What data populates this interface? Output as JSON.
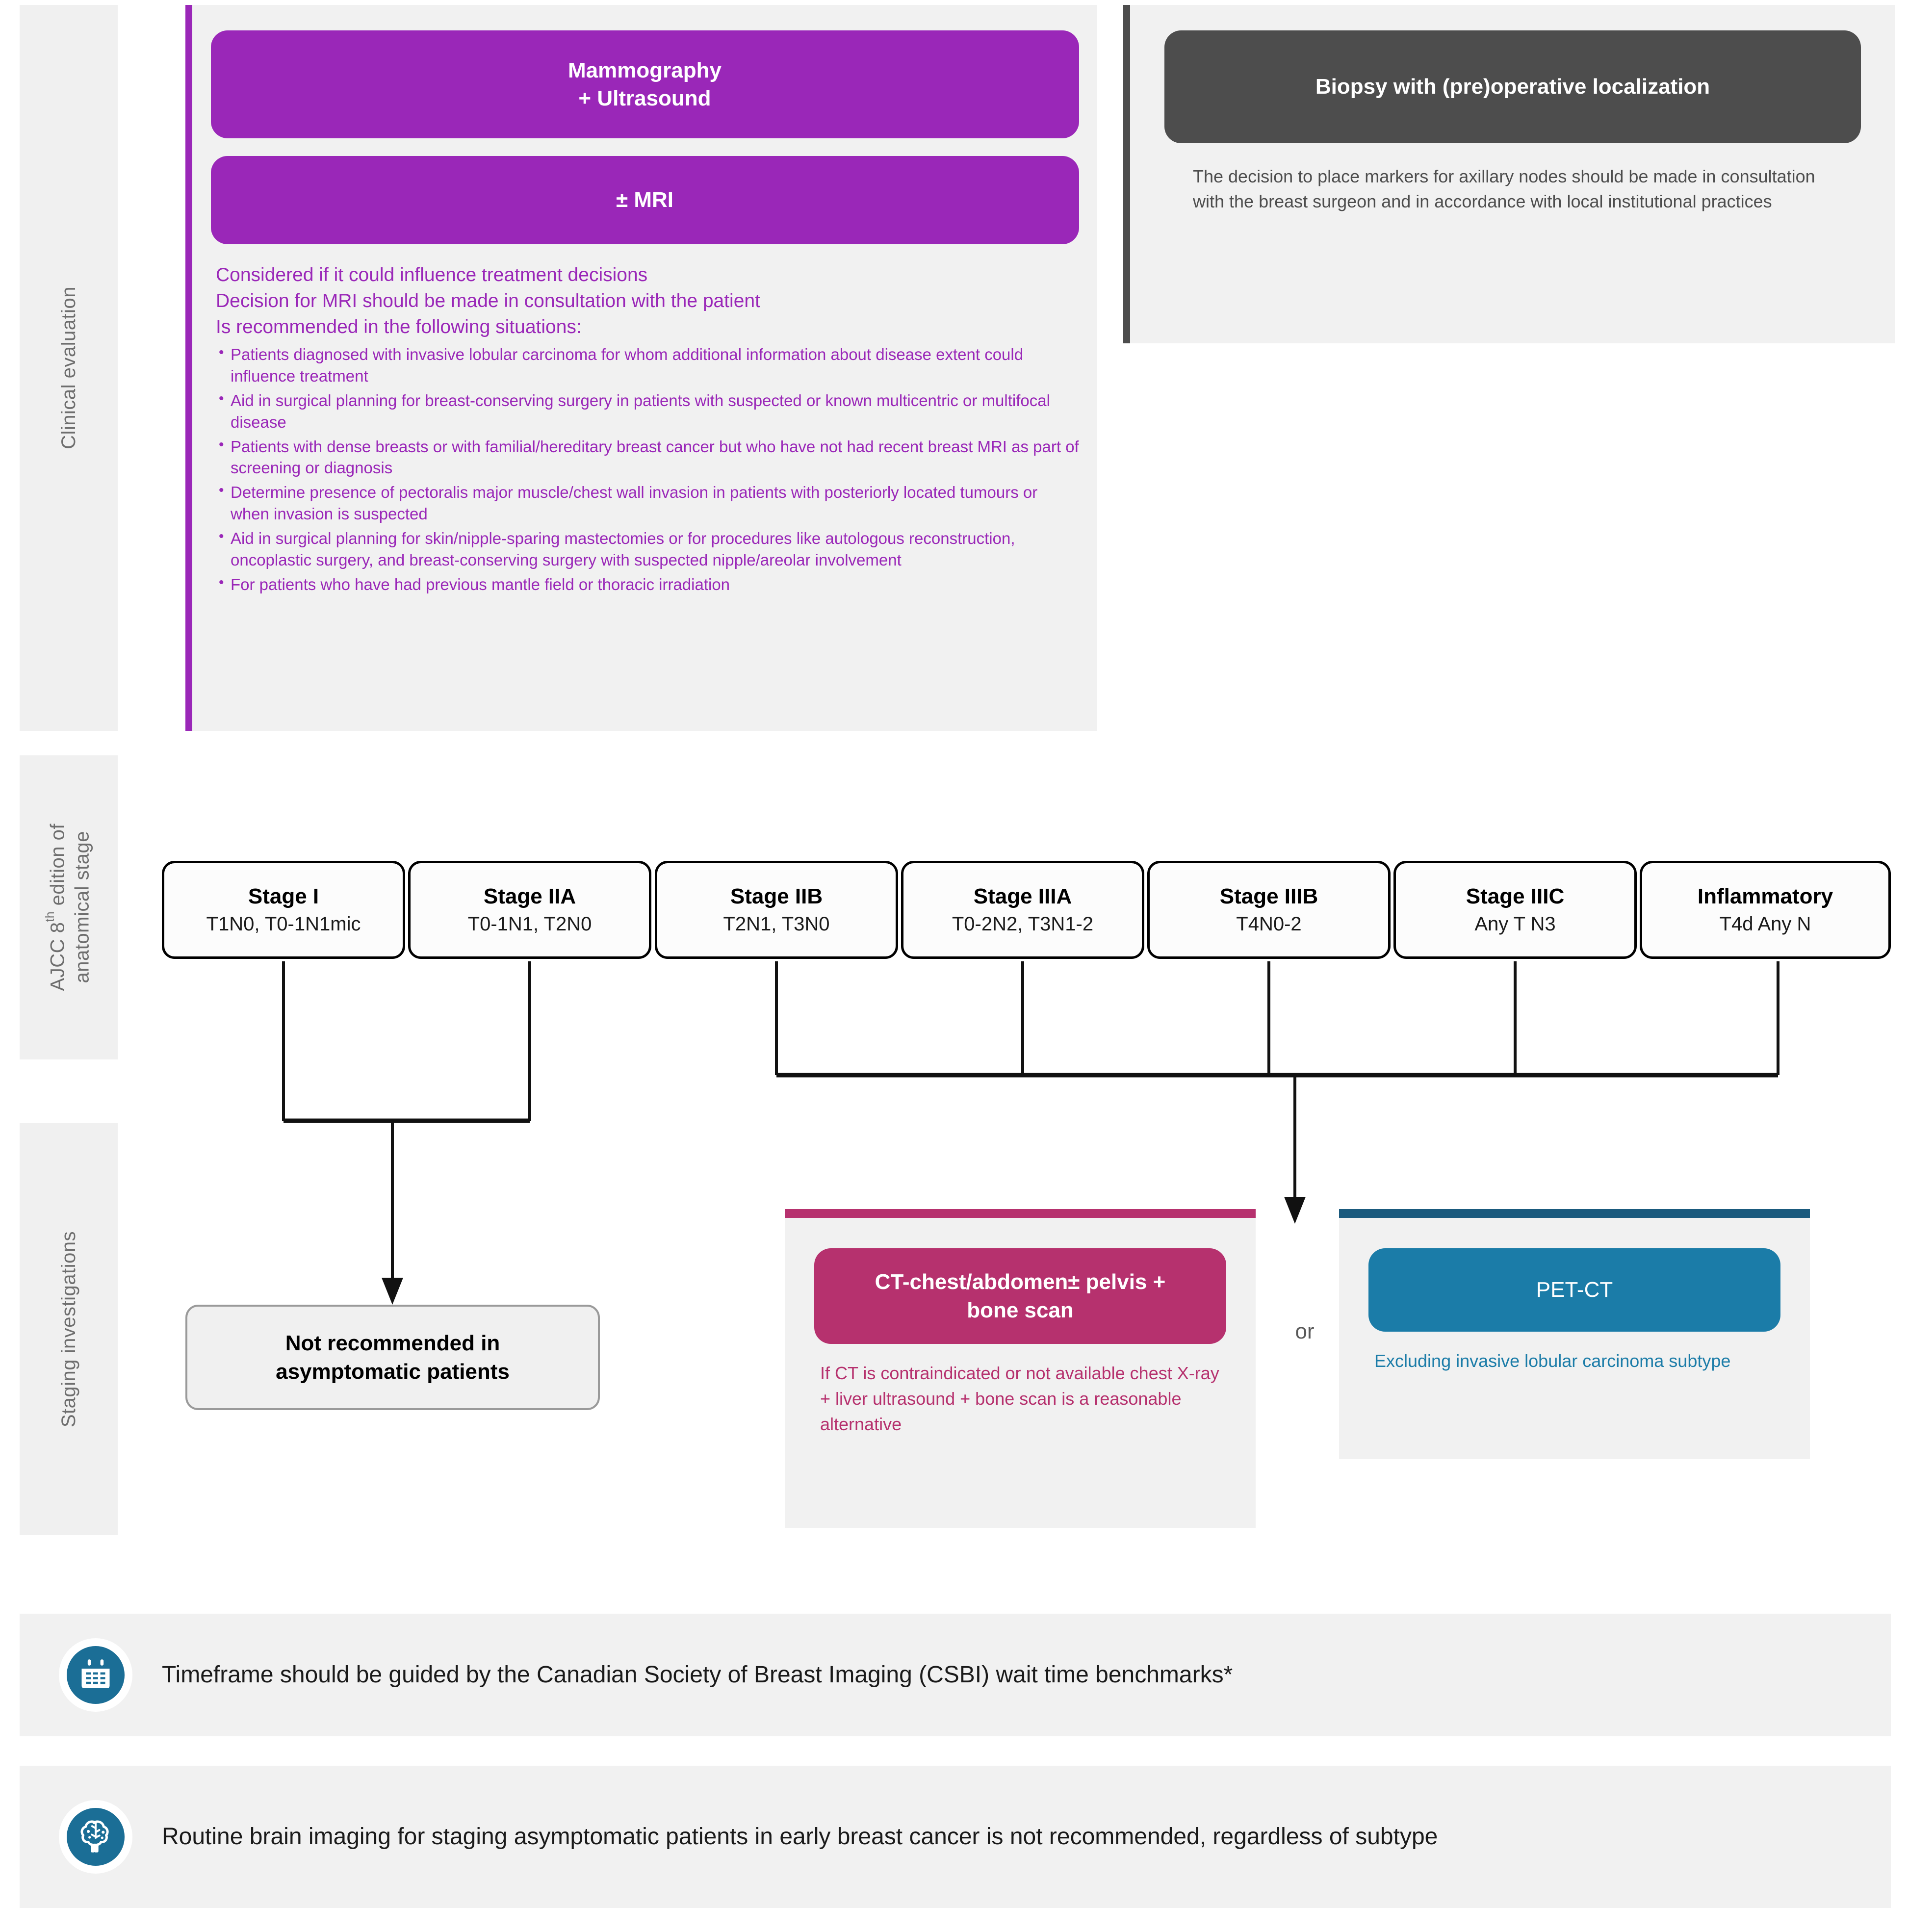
{
  "rails": [
    {
      "label": "Clinical evaluation"
    },
    {
      "label_pre": "AJCC 8",
      "label_sup": "th",
      "label_post": " edition of\nanatomical stage"
    },
    {
      "label": "Staging investigations"
    }
  ],
  "clinical": {
    "mammography_pill": "Mammography\n+ Ultrasound",
    "mri_pill": "± MRI",
    "lead_lines": [
      "Considered if it could influence treatment decisions",
      "Decision for MRI should be made in consultation with the patient",
      "Is recommended in the following situations:"
    ],
    "bullets": [
      "Patients diagnosed with invasive lobular carcinoma for whom additional information about disease extent could influence treatment",
      "Aid in surgical planning for breast-conserving surgery in patients with suspected or known multicentric or multifocal disease",
      "Patients with dense breasts or with familial/hereditary breast cancer but who have not had recent breast MRI as part of screening or diagnosis",
      "Determine presence of pectoralis major muscle/chest wall invasion in patients with posteriorly located tumours or when invasion is suspected",
      "Aid in surgical planning for skin/nipple-sparing mastectomies or for procedures like autologous reconstruction, oncoplastic surgery, and breast-conserving surgery with suspected nipple/areolar involvement",
      "For patients who have had previous mantle field or thoracic irradiation"
    ]
  },
  "biopsy": {
    "pill": "Biopsy with (pre)operative localization",
    "note": "The decision to place markers for axillary nodes should be made in consultation with the breast surgeon and in accordance with local institutional practices"
  },
  "stages": [
    {
      "title": "Stage I",
      "sub": "T1N0, T0-1N1mic"
    },
    {
      "title": "Stage IIA",
      "sub": "T0-1N1, T2N0"
    },
    {
      "title": "Stage IIB",
      "sub": "T2N1, T3N0"
    },
    {
      "title": "Stage IIIA",
      "sub": "T0-2N2, T3N1-2"
    },
    {
      "title": "Stage IIIB",
      "sub": "T4N0-2"
    },
    {
      "title": "Stage IIIC",
      "sub": "Any T N3"
    },
    {
      "title": "Inflammatory",
      "sub": "T4d Any N"
    }
  ],
  "staging": {
    "not_recommended": "Not recommended in\nasymptomatic patients",
    "ct_pill": "CT-chest/abdomen± pelvis +\nbone scan",
    "ct_note": "If CT is contraindicated or not available chest X-ray + liver ultrasound + bone scan is a reasonable alternative",
    "or_label": "or",
    "pet_pill": "PET-CT",
    "pet_note": "Excluding invasive lobular carcinoma subtype"
  },
  "callouts": [
    {
      "icon": "calendar-icon",
      "text": "Timeframe should be guided by the Canadian Society of Breast Imaging (CSBI) wait time benchmarks*"
    },
    {
      "icon": "brain-icon",
      "text": "Routine brain imaging for staging asymptomatic patients in early breast cancer is not recommended, regardless of subtype"
    }
  ],
  "colors": {
    "purple": "#9A27B8",
    "dark_grey": "#4d4d4d",
    "magenta": "#B6316E",
    "teal_bar": "#1A5A7D",
    "teal_fill": "#1B7CA8",
    "panel_bg": "#f1f1f1"
  }
}
